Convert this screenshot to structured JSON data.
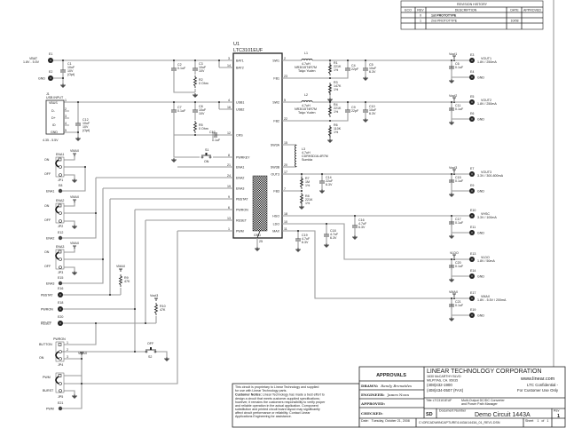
{
  "revision_history": {
    "title": "REVISION HISTORY",
    "headers": [
      "ECO",
      "REV",
      "DESCRIPTION",
      "DATE",
      "APPROVED"
    ],
    "rows": [
      [
        "",
        "0",
        "1st PROTOTYPE",
        "",
        ""
      ],
      [
        "",
        "1",
        "2nd PROTOTYPE",
        "10/08",
        ""
      ]
    ]
  },
  "ic": {
    "ref": "U1",
    "part": "LTC3101EUF",
    "left_pins": [
      {
        "name": "BAT1",
        "num": "3"
      },
      {
        "name": "BAT2",
        "num": "14"
      },
      {
        "name": "USB1",
        "num": "4"
      },
      {
        "name": "USB2",
        "num": "16"
      },
      {
        "name": "CRS",
        "num": "12"
      },
      {
        "name": "PWRKEY",
        "num": "8"
      },
      {
        "name": "ENA1",
        "num": "21"
      },
      {
        "name": "ENA2",
        "num": "24"
      },
      {
        "name": "ENA3",
        "num": "19"
      },
      {
        "name": "PBSTAT",
        "num": "9"
      },
      {
        "name": "PWRON",
        "num": "6"
      },
      {
        "name": "RESET",
        "num": "13"
      },
      {
        "name": "PWM",
        "num": "1"
      }
    ],
    "right_pins": [
      {
        "name": "SW1",
        "num": "2"
      },
      {
        "name": "FB1",
        "num": "23"
      },
      {
        "name": "SW2",
        "num": "5"
      },
      {
        "name": "FB2",
        "num": "22"
      },
      {
        "name": "SW3A",
        "num": "15"
      },
      {
        "name": "SW3B",
        "num": "20"
      },
      {
        "name": "OUT3",
        "num": "17"
      },
      {
        "name": "FB3",
        "num": "7"
      },
      {
        "name": "HSO",
        "num": "18"
      },
      {
        "name": "LDO",
        "num": "10"
      },
      {
        "name": "MAX",
        "num": "11"
      }
    ],
    "gnd": {
      "name": "GND",
      "num": "25"
    }
  },
  "inputs": {
    "e1": {
      "ref": "E1",
      "label": "VBAT",
      "range": "1.8V - 5.5V"
    },
    "e2": {
      "ref": "E2",
      "label": "GND"
    },
    "c1": {
      "ref": "C1",
      "v1": "10uF",
      "v2": "10V",
      "v3": "(Opt)"
    },
    "j1": {
      "ref": "J1",
      "label": "USB INPUT",
      "pins": [
        "VBUS",
        "D-",
        "D+",
        "ID",
        "GND"
      ],
      "nums": [
        "1",
        "2",
        "3",
        "4",
        "5"
      ],
      "range": "4.35 - 5.5V"
    },
    "c12": {
      "ref": "C12",
      "v1": "10uF",
      "v2": "10V",
      "v3": "(Opt)"
    },
    "c2": {
      "ref": "C2",
      "v1": "0.1uF"
    },
    "c3": {
      "ref": "C3",
      "v1": "10uF",
      "v2": "10V"
    },
    "r2": {
      "ref": "R2",
      "v1": "0 Ohm"
    },
    "c7": {
      "ref": "C7",
      "v1": "0.1uF"
    },
    "c8": {
      "ref": "C8",
      "v1": "10uF",
      "v2": "10V"
    },
    "r5": {
      "ref": "R5",
      "v1": "0 Ohm"
    },
    "c13": {
      "ref": "C13",
      "v1": "0.1uF"
    },
    "s1": {
      "ref": "S1",
      "label": "ON"
    }
  },
  "controls": {
    "jp1": {
      "ref": "JP1",
      "net": "ENA1",
      "on": "ON",
      "off": "OFF",
      "vmax": "VMAX"
    },
    "e8": {
      "ref": "E8",
      "label": "ENA1"
    },
    "jp2": {
      "ref": "JP2",
      "net": "ENA2",
      "on": "ON",
      "off": "OFF",
      "vmax": "VMAX"
    },
    "e12": {
      "ref": "E12",
      "label": "ENA2"
    },
    "jp3": {
      "ref": "JP3",
      "net": "ENA3",
      "on": "ON",
      "off": "OFF",
      "vmax": "VMAX"
    },
    "e15": {
      "ref": "E15",
      "label": "ENA3"
    },
    "e16": {
      "ref": "E16",
      "label": "PBSTAT"
    },
    "e18": {
      "ref": "E18",
      "label": "PWRON"
    },
    "e20": {
      "ref": "E20",
      "label": "RESET"
    },
    "r9": {
      "ref": "R9",
      "v1": "47K",
      "vmax": "VMAX"
    },
    "r10": {
      "ref": "R10",
      "v1": "47K",
      "vout": "Vout3"
    },
    "jp4": {
      "ref": "JP4",
      "net": "PWRON",
      "a": "BUTTON",
      "b": "ON",
      "vmax": "VMAX"
    },
    "s2": {
      "ref": "S2",
      "label": "OFF"
    },
    "jp5": {
      "ref": "JP5",
      "a": "PWM",
      "b": "BURST"
    },
    "e21": {
      "ref": "E21",
      "label": "PWM"
    },
    "pin_nums": [
      "1",
      "2",
      "3"
    ]
  },
  "converters": {
    "l1": {
      "ref": "L1",
      "v1": "4.7uH",
      "v2": "NR3015T4R7M",
      "v3": "Taiyo Yuden"
    },
    "l2": {
      "ref": "L2",
      "v1": "4.7uH",
      "v2": "NR3015T4R7M",
      "v3": "Taiyo Yuden"
    },
    "l3": {
      "ref": "L3",
      "v1": "4.7uH",
      "v2": "CDRH3D16-4R7M",
      "v3": "Sumida"
    },
    "r1": {
      "ref": "R1",
      "v1": "221K",
      "v2": "1%"
    },
    "r3": {
      "ref": "R3",
      "v1": "147K",
      "v2": "1%"
    },
    "c4": {
      "ref": "C4",
      "v1": "22pF"
    },
    "c5": {
      "ref": "C5",
      "v1": "10uF",
      "v2": "6.3V"
    },
    "r4": {
      "ref": "R4",
      "v1": "221K",
      "v2": "1%"
    },
    "r6": {
      "ref": "R6",
      "v1": "110K",
      "v2": "1%"
    },
    "c9": {
      "ref": "C9",
      "v1": "22pF"
    },
    "c10": {
      "ref": "C10",
      "v1": "10uF",
      "v2": "6.3V"
    },
    "r7": {
      "ref": "R7",
      "v1": "1M",
      "v2": "1%"
    },
    "r8": {
      "ref": "R8",
      "v1": "221K",
      "v2": "1%"
    },
    "c14": {
      "ref": "C14",
      "v1": "22uF",
      "v2": "6.3V"
    },
    "c16": {
      "ref": "C16",
      "v1": "4.7uF",
      "v2": "6.3V"
    },
    "c18": {
      "ref": "C18",
      "v1": "4.7uF",
      "v2": "6.3V"
    },
    "c19": {
      "ref": "C19",
      "v1": "4.7uF",
      "v2": "6.3V"
    }
  },
  "outputs": [
    {
      "net": "Vout1",
      "ref": "E3",
      "label": "VOUT1",
      "spec": "1.8V / 250mA",
      "cap": "C6",
      "cap_val": "0.1uF",
      "gnd_ref": "E4",
      "gnd": "GND"
    },
    {
      "net": "Vout2",
      "ref": "E5",
      "label": "VOUT2",
      "spec": "1.8V / 250mA",
      "cap": "C11",
      "cap_val": "0.1uF",
      "gnd_ref": "E6",
      "gnd": "GND"
    },
    {
      "net": "Vout3",
      "ref": "E7",
      "label": "VOUT3",
      "spec": "3.3V / 300-800mA",
      "cap": "C15",
      "cap_val": "0.1uF",
      "gnd_ref": "E9",
      "gnd": "GND"
    },
    {
      "net": "",
      "ref": "E10",
      "label": "VHSC",
      "spec": "3.3V / 100mA",
      "cap": "C17",
      "cap_val": "0.1uF",
      "gnd_ref": "E11",
      "gnd": "GND"
    },
    {
      "net": "VLDO",
      "ref": "E13",
      "label": "VLDO",
      "spec": "1.8V / 50mA",
      "cap": "C20",
      "cap_val": "0.1uF",
      "gnd_ref": "E14",
      "gnd": "GND"
    },
    {
      "net": "VMAX",
      "ref": "E17",
      "label": "VMAX",
      "spec": "1.8V - 5.5V / 200mA",
      "cap": "C21",
      "cap_val": "0.1uF",
      "gnd_ref": "E19",
      "gnd": "GND"
    }
  ],
  "notice": {
    "line1": "This circuit is proprietary to Linear Technology and supplied",
    "line2": "for use with Linear Technology parts.",
    "bold": "Customer Notice:",
    "line3": " Linear Technology has made a best effort to",
    "line4": "design a circuit that meets customer-supplied specifications;",
    "line5": "however, it remains the customers responsibility to verify proper",
    "line6": "and reliable operation in the actual application. Component",
    "line7": "substitution and printed circuit board layout may significantly",
    "line8": "affect circuit performance or reliability. Contact Linear",
    "line9": "Applications Engineering for assistance."
  },
  "title_block": {
    "approvals": "APPROVALS",
    "drawn_label": "DRAWN:",
    "drawn": "Randy Brenatdes",
    "engineer_label": "ENGINEER:",
    "engineer": "James Noon",
    "approved_label": "APPROVED:",
    "checked_label": "CHECKED:",
    "company": "LINEAR TECHNOLOGY CORPORATION",
    "addr1": "1630 McCARTHY BLVD",
    "addr2": "MILPITAS, CA. 95035",
    "phone": "(408)432-1900",
    "fax": "(408)434-0507 (FAX)",
    "web": "www.linear.com",
    "conf1": "LTC Confidential -",
    "conf2": "For Customer Use Only",
    "title_label": "Title",
    "title_part": "LTC3101EUF",
    "title1": "Multi-Output DC/DC Converter",
    "title2": "and Power Path Manager",
    "size": "SD",
    "docnum_label": "Document Number",
    "docnum": "Demo Circuit 1443A",
    "rev_label": "Rev",
    "rev": "1",
    "date_label": "Date:",
    "date": "Tuesday, October 21, 2008",
    "path": "C:\\ORCAD\\WINCAPTURE\\1443A\\1443A_01_REV1.DSN",
    "sheet_label": "Sheet",
    "sheet": "1",
    "of_label": "of",
    "sheets": "1"
  }
}
